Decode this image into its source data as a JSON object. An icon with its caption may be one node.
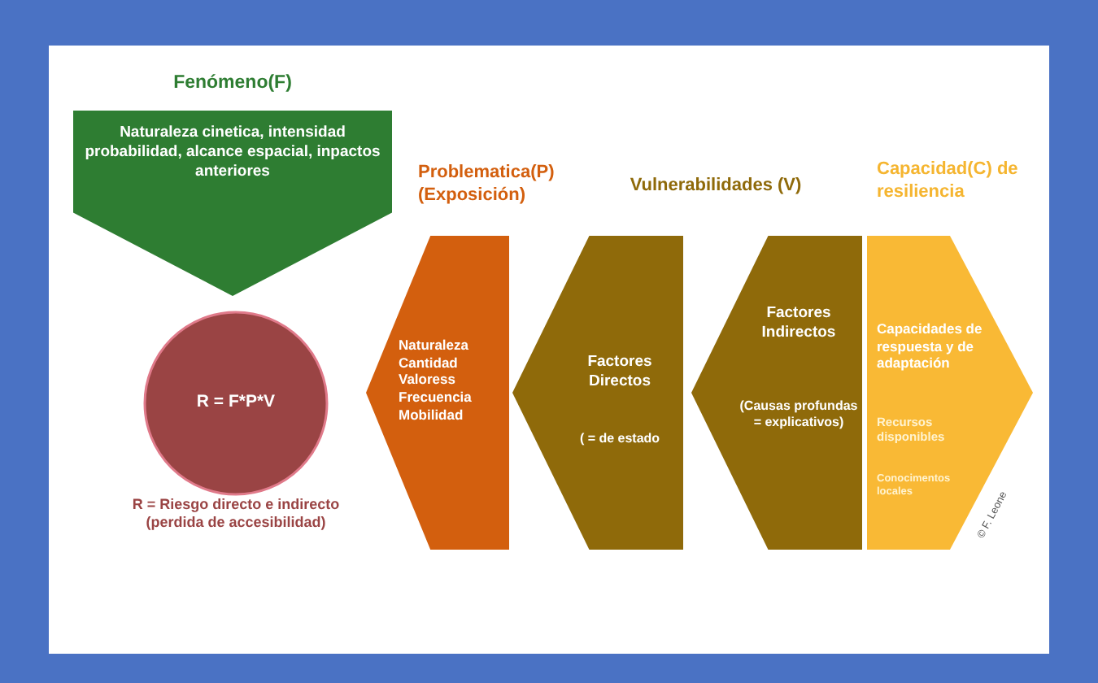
{
  "diagram": {
    "nodes": [
      {
        "text": [
          "Fenómeno(F)",
          "Naturaleza cinetica, intensidad probabilidad, alcance espacial, inpactos anteriores"
        ]
      },
      {
        "text": [
          "R = F*P*V"
        ],
        "beside": [
          "R = Riesgo directo e indirecto (perdida de accesibilidad)"
        ]
      },
      {
        "text": [
          "Problematica(P) (Exposición)",
          "Naturaleza Cantidad Valoress Frecuencia Mobilidad"
        ]
      },
      {
        "text": [
          "Factores Directos",
          "( = de estado"
        ]
      },
      {
        "text": [
          "Factores Indirectos",
          "(Causas profundas = explicativos)"
        ]
      },
      {
        "text": [
          "Capacidad(C) de resiliencia",
          "Capacidades de respuesta y de adaptación",
          "Recursos disponibles",
          "Conocimentos locales"
        ]
      }
    ],
    "labels": [
      "Vulnerabilidades (V)",
      "© F. Leone"
    ]
  }
}
